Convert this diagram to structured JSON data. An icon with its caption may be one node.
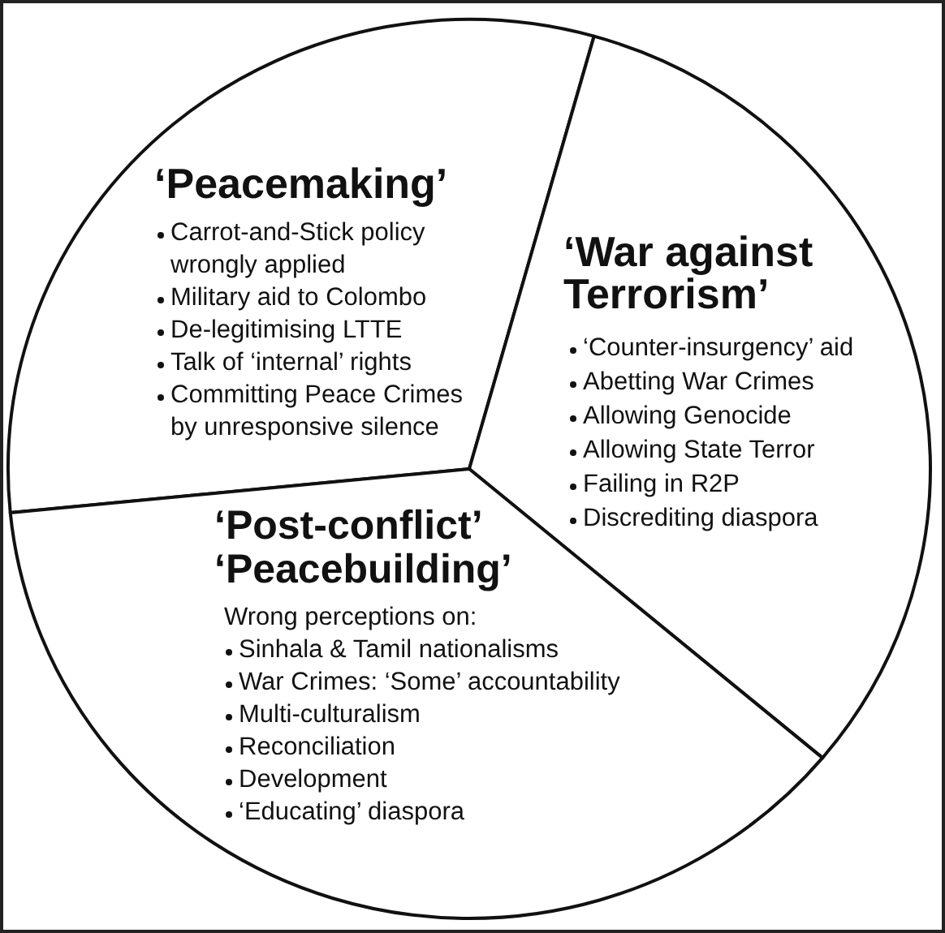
{
  "diagram": {
    "nodes": [
      {
        "text": [
          "‘Peacemaking’",
          "Carrot-and-Stick policy wrongly applied",
          "Military aid to Colombo",
          "De-legitimising LTTE",
          "Talk of ‘internal’ rights",
          "Committing Peace Crimes by unresponsive silence"
        ]
      },
      {
        "text": [
          "‘War against Terrorism’",
          "‘Counter-insurgency’ aid",
          "Abetting War Crimes",
          "Allowing Genocide",
          "Allowing State Terror",
          "Failing in R2P",
          "Discrediting diaspora"
        ]
      },
      {
        "text": [
          "‘Post-conflict’ ‘Peacebuilding’",
          "Wrong perceptions on:",
          "Sinhala & Tamil nationalisms",
          "War Crimes: ‘Some’ accountability",
          "Multi-culturalism",
          "Reconciliation",
          "Development",
          "‘Educating’ diaspora"
        ]
      }
    ]
  }
}
